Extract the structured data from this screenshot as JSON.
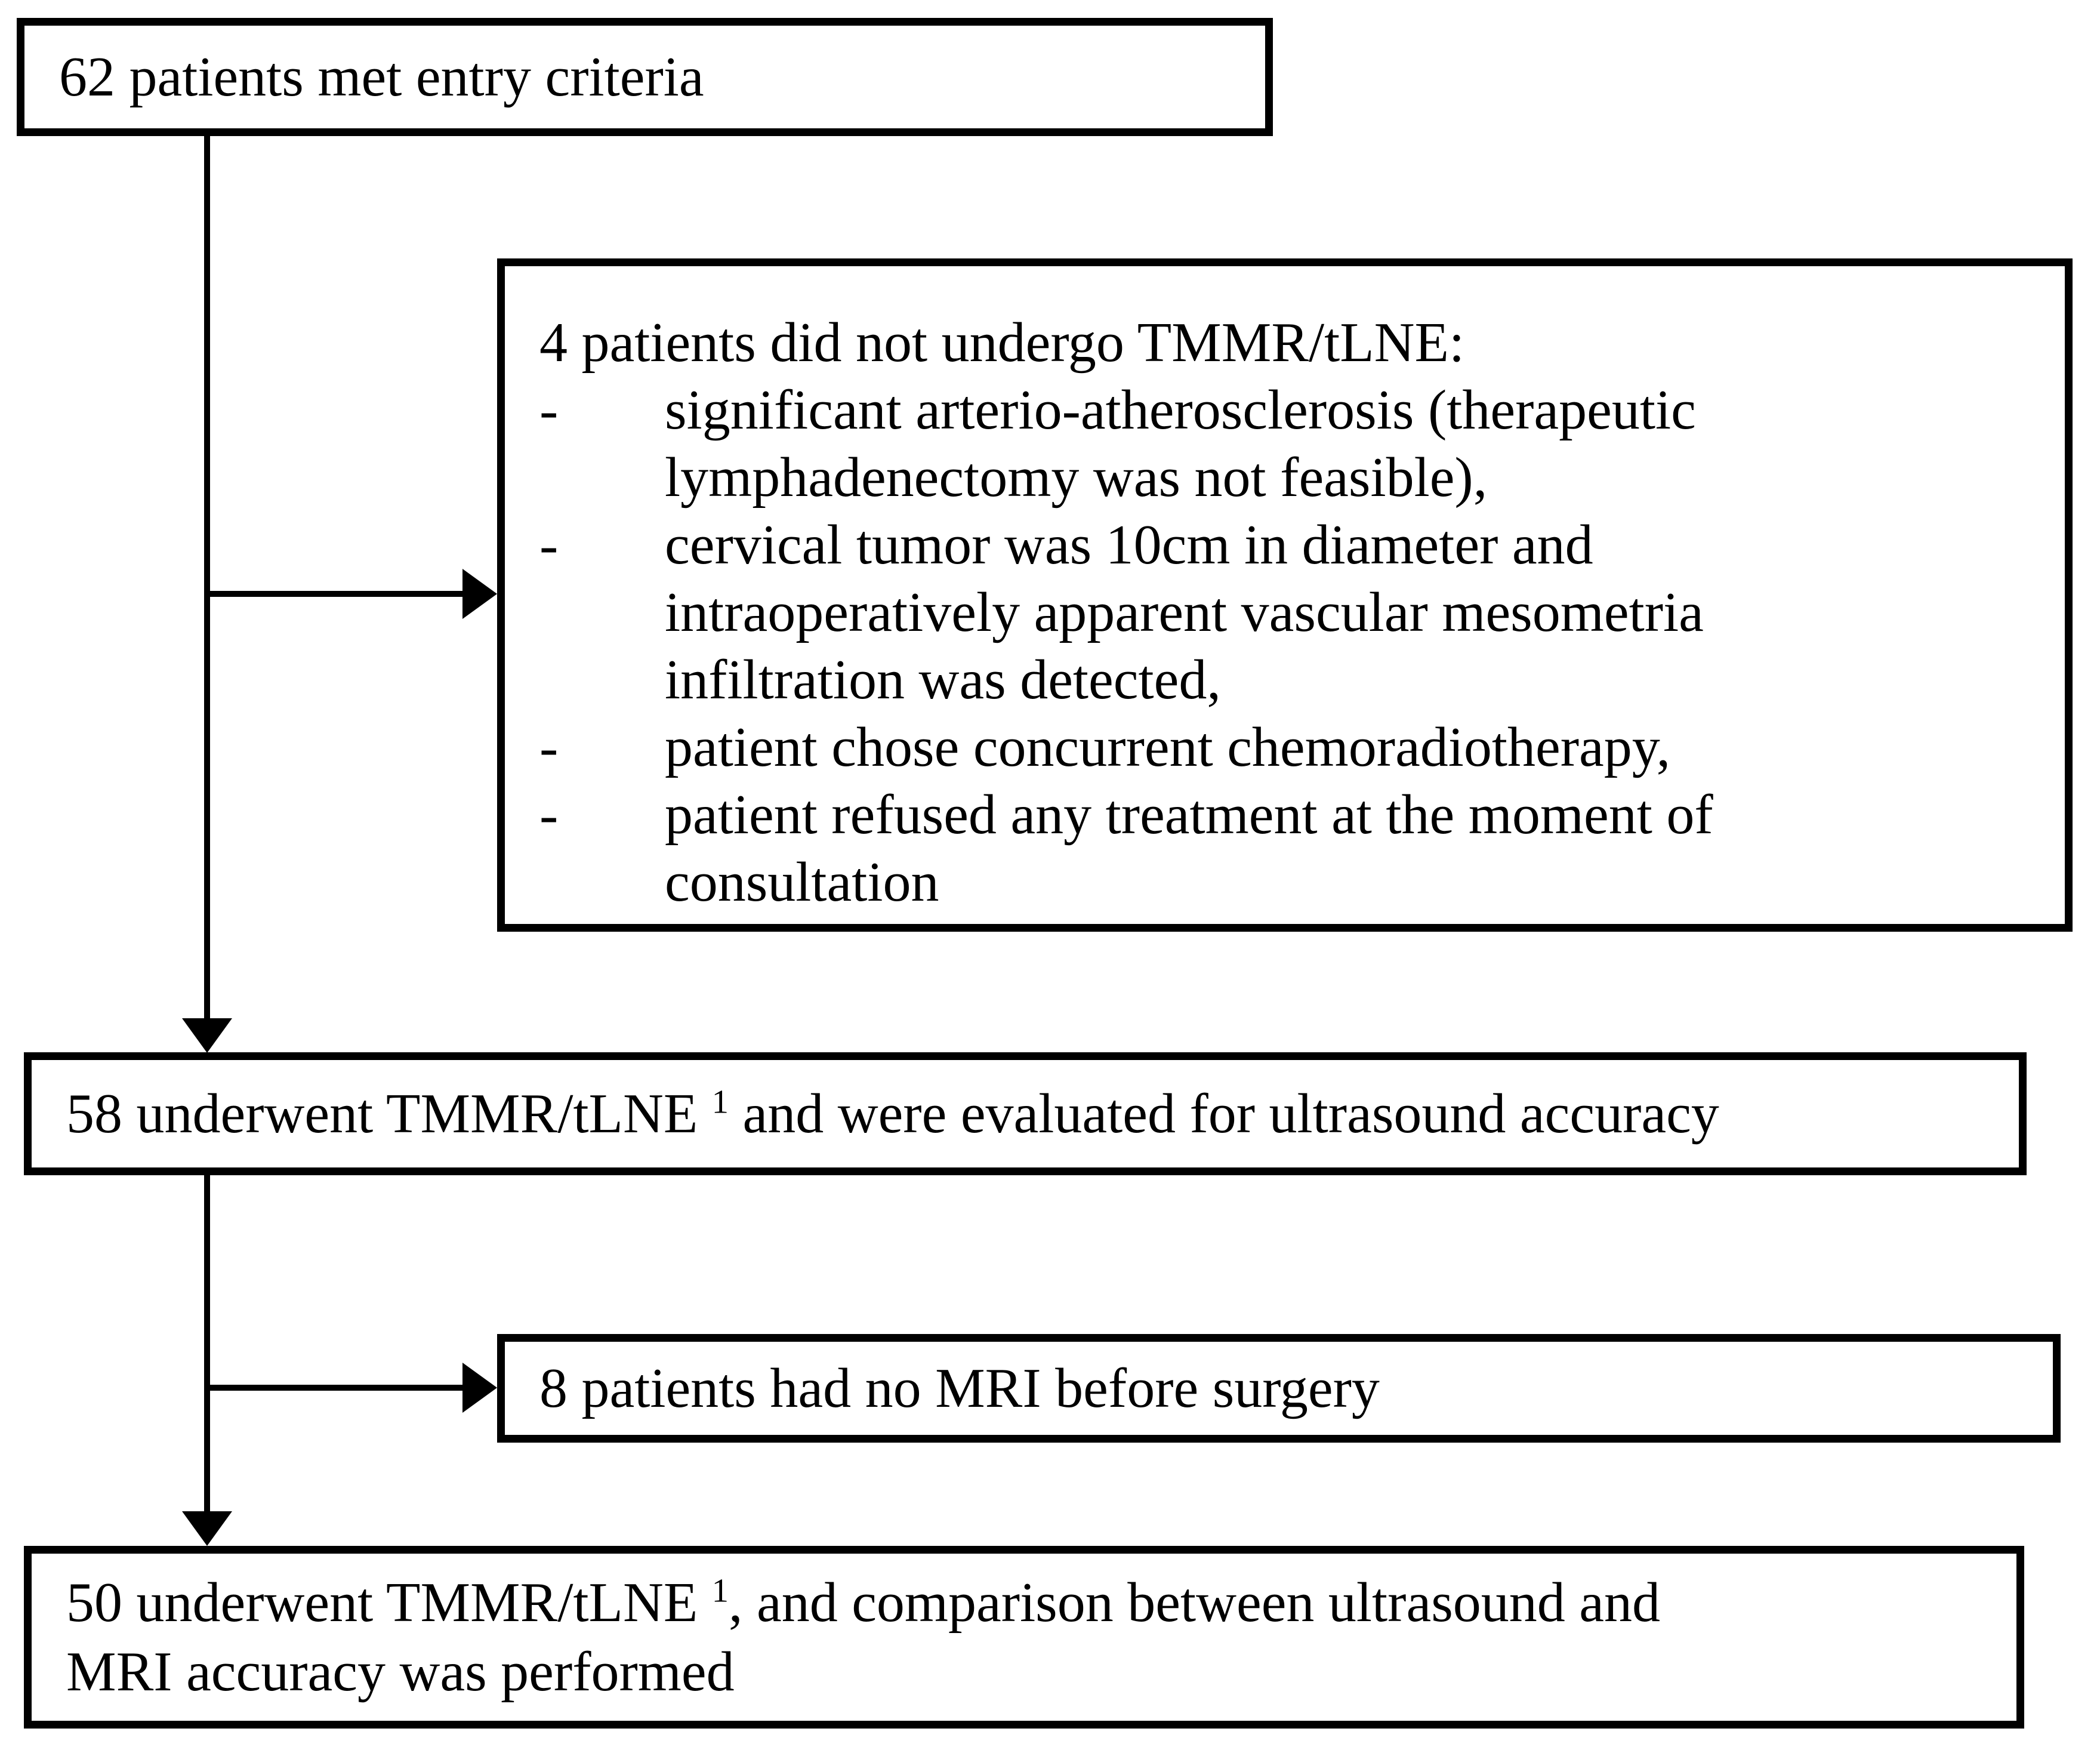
{
  "figure": {
    "background_color": "#ffffff",
    "line_color": "#000000",
    "text_color": "#000000"
  },
  "boxes": {
    "entry": {
      "text": "62 patients met entry criteria"
    },
    "excluded_surgery": {
      "title": "4 patients did not undergo TMMR/tLNE:",
      "rows": [
        {
          "marker": "-",
          "text": "significant arterio-atherosclerosis (therapeutic"
        },
        {
          "marker": "",
          "text": "lymphadenectomy was not feasible),"
        },
        {
          "marker": "-",
          "text": "cervical tumor was 10cm in diameter and"
        },
        {
          "marker": "",
          "text": "intraoperatively apparent vascular mesometria"
        },
        {
          "marker": "",
          "text": "infiltration was detected,"
        },
        {
          "marker": "-",
          "text": "patient chose concurrent chemoradiotherapy,"
        },
        {
          "marker": "-",
          "text": "patient refused any treatment at the moment of"
        },
        {
          "marker": "",
          "text": "consultation"
        }
      ]
    },
    "ultrasound_cohort": {
      "pre": "58 underwent TMMR/tLNE ",
      "sup": "1",
      "post": " and were evaluated for ultrasound accuracy"
    },
    "no_mri": {
      "text": "8 patients had no MRI before surgery"
    },
    "comparison_cohort": {
      "pre": "50 underwent TMMR/tLNE ",
      "sup": "1",
      "post_line1": ", and comparison between ultrasound and",
      "line2": "MRI accuracy was performed"
    }
  }
}
